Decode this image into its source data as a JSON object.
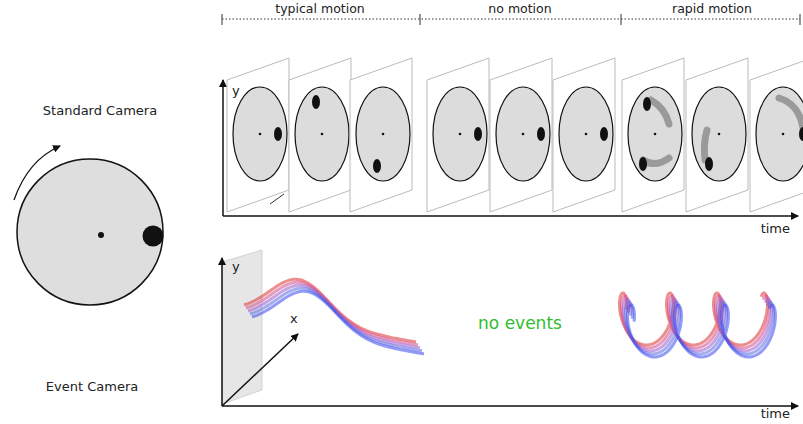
{
  "diagram": {
    "labels": [
      "typical motion",
      "no motion",
      "rapid motion",
      "Standard Camera",
      "y",
      "time",
      "Event Camera",
      "y",
      "x",
      "no events",
      "time"
    ]
  }
}
